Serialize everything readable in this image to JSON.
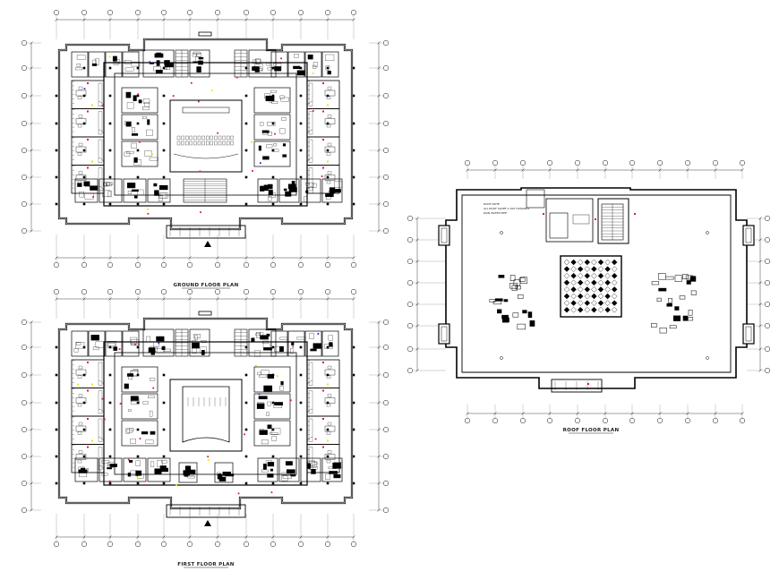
{
  "titles": {
    "ground": "GROUND FLOOR PLAN",
    "first": "FIRST FLOOR PLAN",
    "roof": "ROOF FLOOR PLAN"
  },
  "roof_note": {
    "line1": "ROOF NOTE",
    "line2": "ALL ROOF SLOPE 1:100 TOWARDS",
    "line3": "RAIN WATER PIPE"
  },
  "colors": {
    "line": "#111111",
    "wall": "#000000",
    "accent_red": "#e0193a",
    "accent_yellow": "#f2e400",
    "accent_blue": "#2030c0"
  }
}
